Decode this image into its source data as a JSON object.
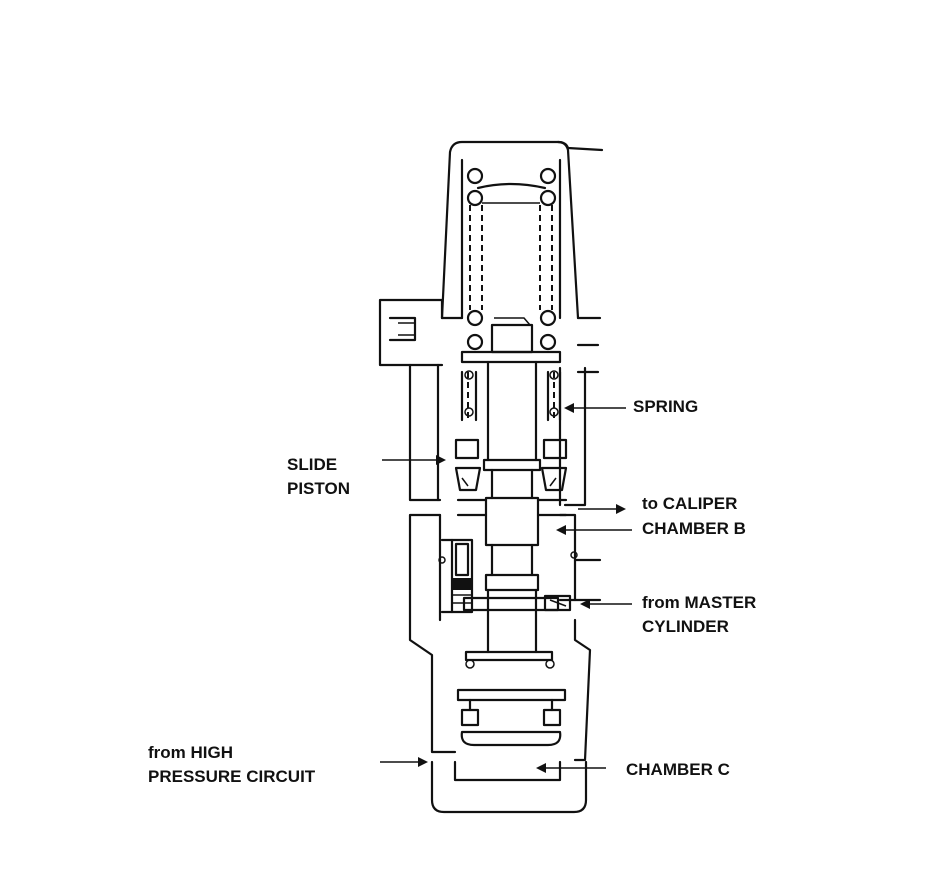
{
  "labels": {
    "spring": "SPRING",
    "slide_piston_1": "SLIDE",
    "slide_piston_2": "PISTON",
    "to_caliper_1": "to CALIPER",
    "to_caliper_2": "CHAMBER B",
    "from_master_1": "from MASTER",
    "from_master_2": "CYLINDER",
    "from_high_1": "from HIGH",
    "from_high_2": "PRESSURE CIRCUIT",
    "chamber_c": "CHAMBER C"
  },
  "colors": {
    "ink": "#111111",
    "background": "#ffffff"
  }
}
